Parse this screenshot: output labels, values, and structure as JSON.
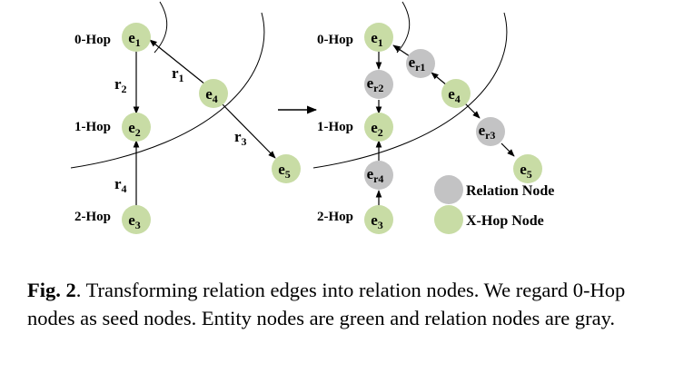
{
  "colors": {
    "entity": "#c8dca5",
    "relation": "#c3c3c4",
    "edge": "#000000"
  },
  "hop_labels": {
    "hop0": "0-Hop",
    "hop1": "1-Hop",
    "hop2": "2-Hop"
  },
  "left_graph": {
    "nodes": {
      "e1": {
        "base": "e",
        "sub": "1"
      },
      "e2": {
        "base": "e",
        "sub": "2"
      },
      "e3": {
        "base": "e",
        "sub": "3"
      },
      "e4": {
        "base": "e",
        "sub": "4"
      },
      "e5": {
        "base": "e",
        "sub": "5"
      }
    },
    "relations": {
      "r1": {
        "base": "r",
        "sub": "1"
      },
      "r2": {
        "base": "r",
        "sub": "2"
      },
      "r3": {
        "base": "r",
        "sub": "3"
      },
      "r4": {
        "base": "r",
        "sub": "4"
      }
    }
  },
  "right_graph": {
    "entity_nodes": {
      "e1": {
        "base": "e",
        "sub": "1"
      },
      "e2": {
        "base": "e",
        "sub": "2"
      },
      "e3": {
        "base": "e",
        "sub": "3"
      },
      "e4": {
        "base": "e",
        "sub": "4"
      },
      "e5": {
        "base": "e",
        "sub": "5"
      }
    },
    "relation_nodes": {
      "er1": {
        "base": "e",
        "sub": "r1"
      },
      "er2": {
        "base": "e",
        "sub": "r2"
      },
      "er3": {
        "base": "e",
        "sub": "r3"
      },
      "er4": {
        "base": "e",
        "sub": "r4"
      }
    }
  },
  "legend": {
    "relation_node": "Relation Node",
    "xhop_node": "X-Hop Node"
  },
  "caption": {
    "fig_label": "Fig. 2",
    "text": ". Transforming relation edges into relation nodes. We regard 0-Hop nodes as seed nodes. Entity nodes are green and relation nodes are gray."
  }
}
